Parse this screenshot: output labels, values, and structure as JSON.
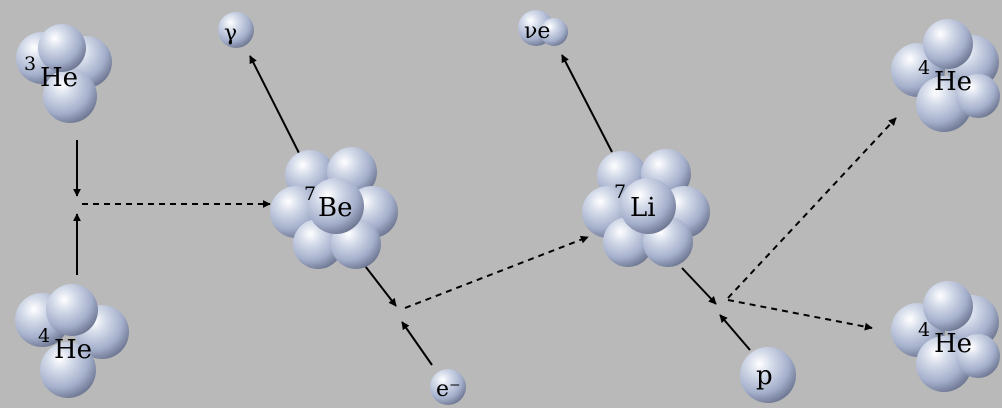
{
  "diagram": {
    "background": "#b9b9b9",
    "nucleon_color": "#a9b4cf",
    "arrow_color": "#000000",
    "nodes": {
      "he3": {
        "mass": "3",
        "symbol": "He"
      },
      "he4_in": {
        "mass": "4",
        "symbol": "He"
      },
      "be7": {
        "mass": "7",
        "symbol": "Be"
      },
      "gamma": {
        "symbol": "γ"
      },
      "electron": {
        "symbol": "e⁻"
      },
      "li7": {
        "mass": "7",
        "symbol": "Li"
      },
      "neutrino": {
        "symbol": "νe"
      },
      "proton": {
        "symbol": "p"
      },
      "he4_out_top": {
        "mass": "4",
        "symbol": "He"
      },
      "he4_out_bottom": {
        "mass": "4",
        "symbol": "He"
      }
    }
  }
}
